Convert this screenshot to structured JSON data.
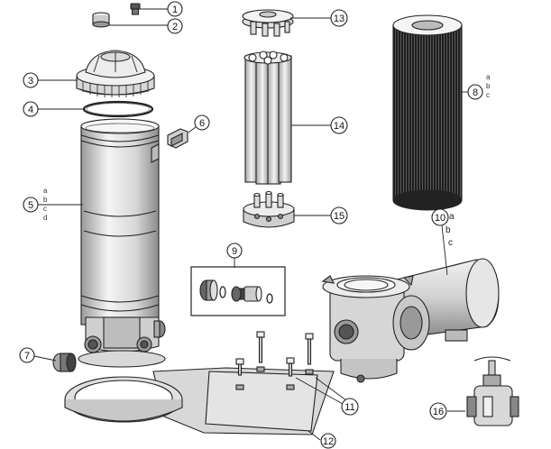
{
  "callouts": [
    {
      "id": "1",
      "label": "1"
    },
    {
      "id": "2",
      "label": "2"
    },
    {
      "id": "3",
      "label": "3"
    },
    {
      "id": "4",
      "label": "4"
    },
    {
      "id": "5",
      "label": "5",
      "variants": [
        "a",
        "b",
        "c",
        "d"
      ]
    },
    {
      "id": "6",
      "label": "6"
    },
    {
      "id": "7",
      "label": "7"
    },
    {
      "id": "8",
      "label": "8",
      "variants": [
        "a",
        "b",
        "c"
      ]
    },
    {
      "id": "9",
      "label": "9"
    },
    {
      "id": "10",
      "label": "10",
      "variants": [
        "a",
        "b",
        "c"
      ]
    },
    {
      "id": "11",
      "label": "11"
    },
    {
      "id": "12",
      "label": "12"
    },
    {
      "id": "13",
      "label": "13"
    },
    {
      "id": "14",
      "label": "14"
    },
    {
      "id": "15",
      "label": "15"
    },
    {
      "id": "16",
      "label": "16"
    }
  ],
  "colors": {
    "line": "#222222",
    "light_gray": "#e6e6e6",
    "mid_gray": "#bdbdbd",
    "dark_gray": "#555555",
    "cartridge": "#2a2a2a"
  }
}
